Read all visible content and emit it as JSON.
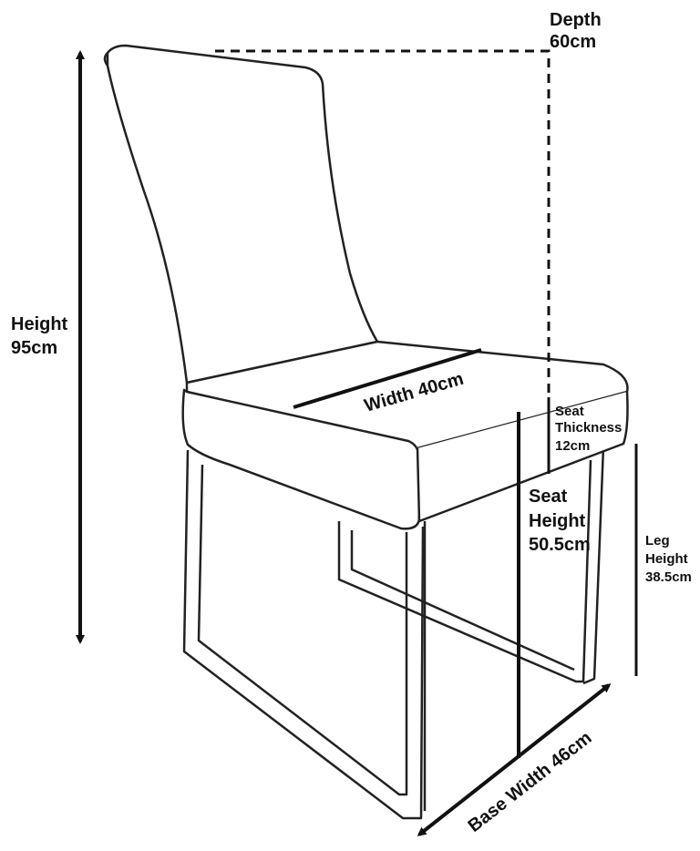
{
  "colors": {
    "line": "#111111",
    "fill": "#ffffff"
  },
  "measurements": {
    "depth": {
      "label": "Depth",
      "value": "60cm"
    },
    "height": {
      "label": "Height",
      "value": "95cm"
    },
    "width": {
      "label": "Width 40cm"
    },
    "seat_thickness": {
      "label_line1": "Seat",
      "label_line2": "Thickness",
      "value": "12cm"
    },
    "seat_height": {
      "label_line1": "Seat",
      "label_line2": "Height",
      "value": "50.5cm"
    },
    "leg_height": {
      "label_line1": "Leg",
      "label_line2": "Height",
      "value": "38.5cm"
    },
    "base_width": {
      "label": "Base Width 46cm"
    }
  }
}
